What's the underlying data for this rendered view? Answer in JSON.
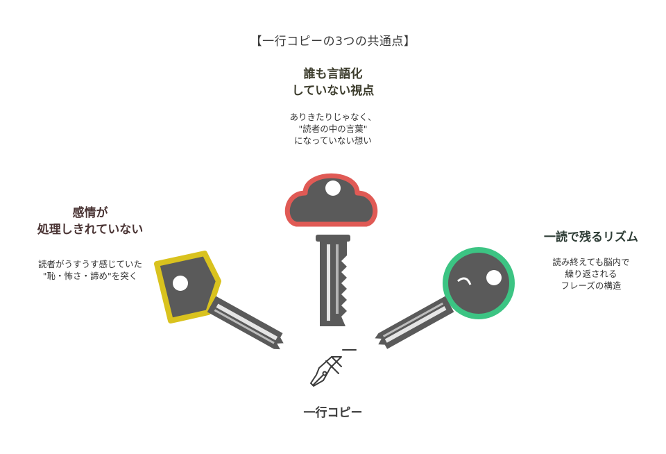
{
  "title": "【一行コピーの3つの共通点】",
  "center_label": "一行コピー",
  "colors": {
    "key_body": "#5a5a5a",
    "top_accent": "#e05a55",
    "left_accent": "#d9c21e",
    "right_accent": "#3cc483"
  },
  "icons": {
    "center": "pen-nib-icon",
    "keys": "key-icon"
  },
  "points": {
    "top": {
      "heading_lines": [
        "誰も言語化",
        "していない視点"
      ],
      "desc_lines": [
        "ありきたりじゃなく、",
        "\"読者の中の言葉\"",
        "になっていない想い"
      ]
    },
    "left": {
      "heading_lines": [
        "感情が",
        "処理しきれていない"
      ],
      "desc_lines": [
        "読者がうすうす感じていた",
        "\"恥・怖さ・諦め\"を突く"
      ]
    },
    "right": {
      "heading_lines": [
        "一読で残るリズム"
      ],
      "desc_lines": [
        "読み終えても脳内で",
        "繰り返される",
        "フレーズの構造"
      ]
    }
  }
}
